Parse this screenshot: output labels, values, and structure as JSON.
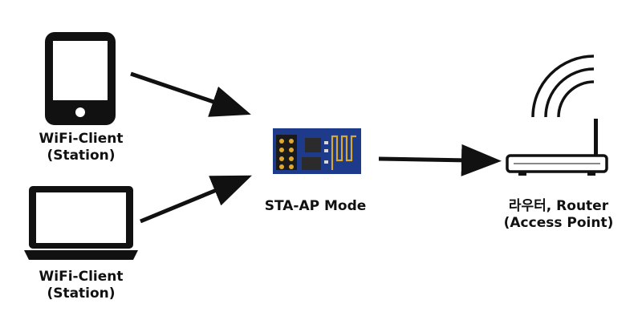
{
  "nodes": {
    "phone": {
      "label_line1": "WiFi-Client",
      "label_line2": "(Station)"
    },
    "laptop": {
      "label_line1": "WiFi-Client",
      "label_line2": "(Station)"
    },
    "module": {
      "label": "STA-AP Mode"
    },
    "router": {
      "label_line1": "라우터, Router",
      "label_line2": "(Access Point)"
    }
  },
  "colors": {
    "ink": "#111111",
    "board_blue": "#1e3a8a",
    "chip": "#2b2b2b",
    "pin_gold": "#e0a82e"
  },
  "icons": [
    "phone-icon",
    "laptop-icon",
    "esp-module-icon",
    "router-icon",
    "arrow"
  ]
}
